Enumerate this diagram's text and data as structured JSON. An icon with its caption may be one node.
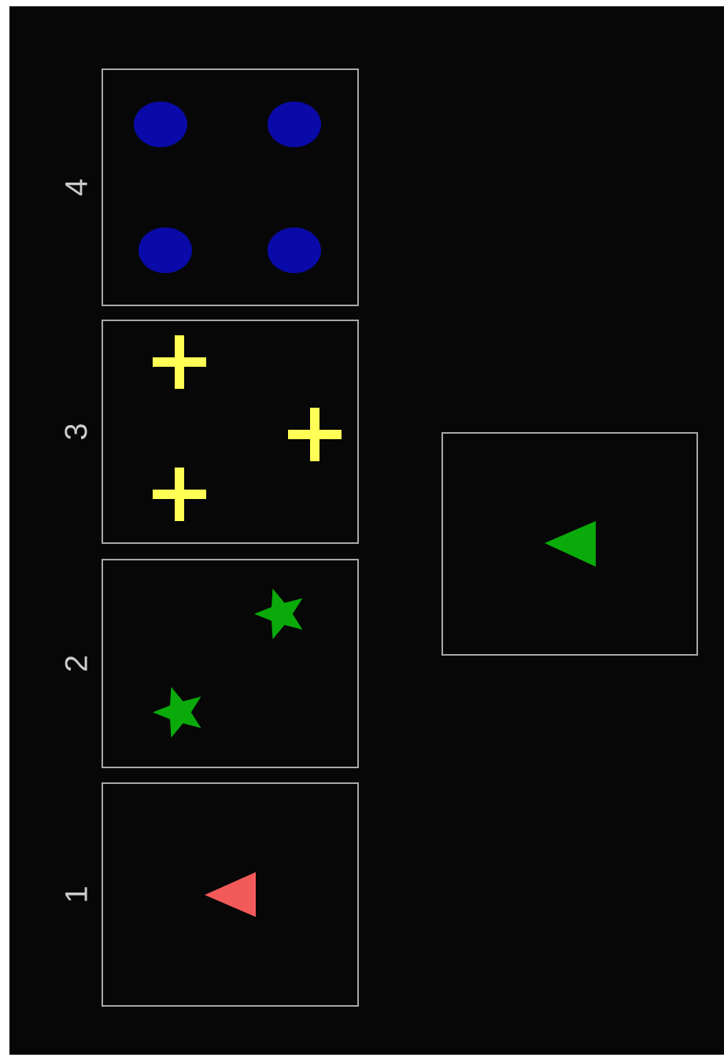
{
  "diagram": {
    "nodes": [
      {
        "text": [
          "1"
        ]
      },
      {
        "text": [
          "2"
        ]
      },
      {
        "text": [
          "3"
        ]
      },
      {
        "text": [
          "4"
        ]
      },
      {
        "text": [],
        "shape": "box"
      }
    ]
  }
}
